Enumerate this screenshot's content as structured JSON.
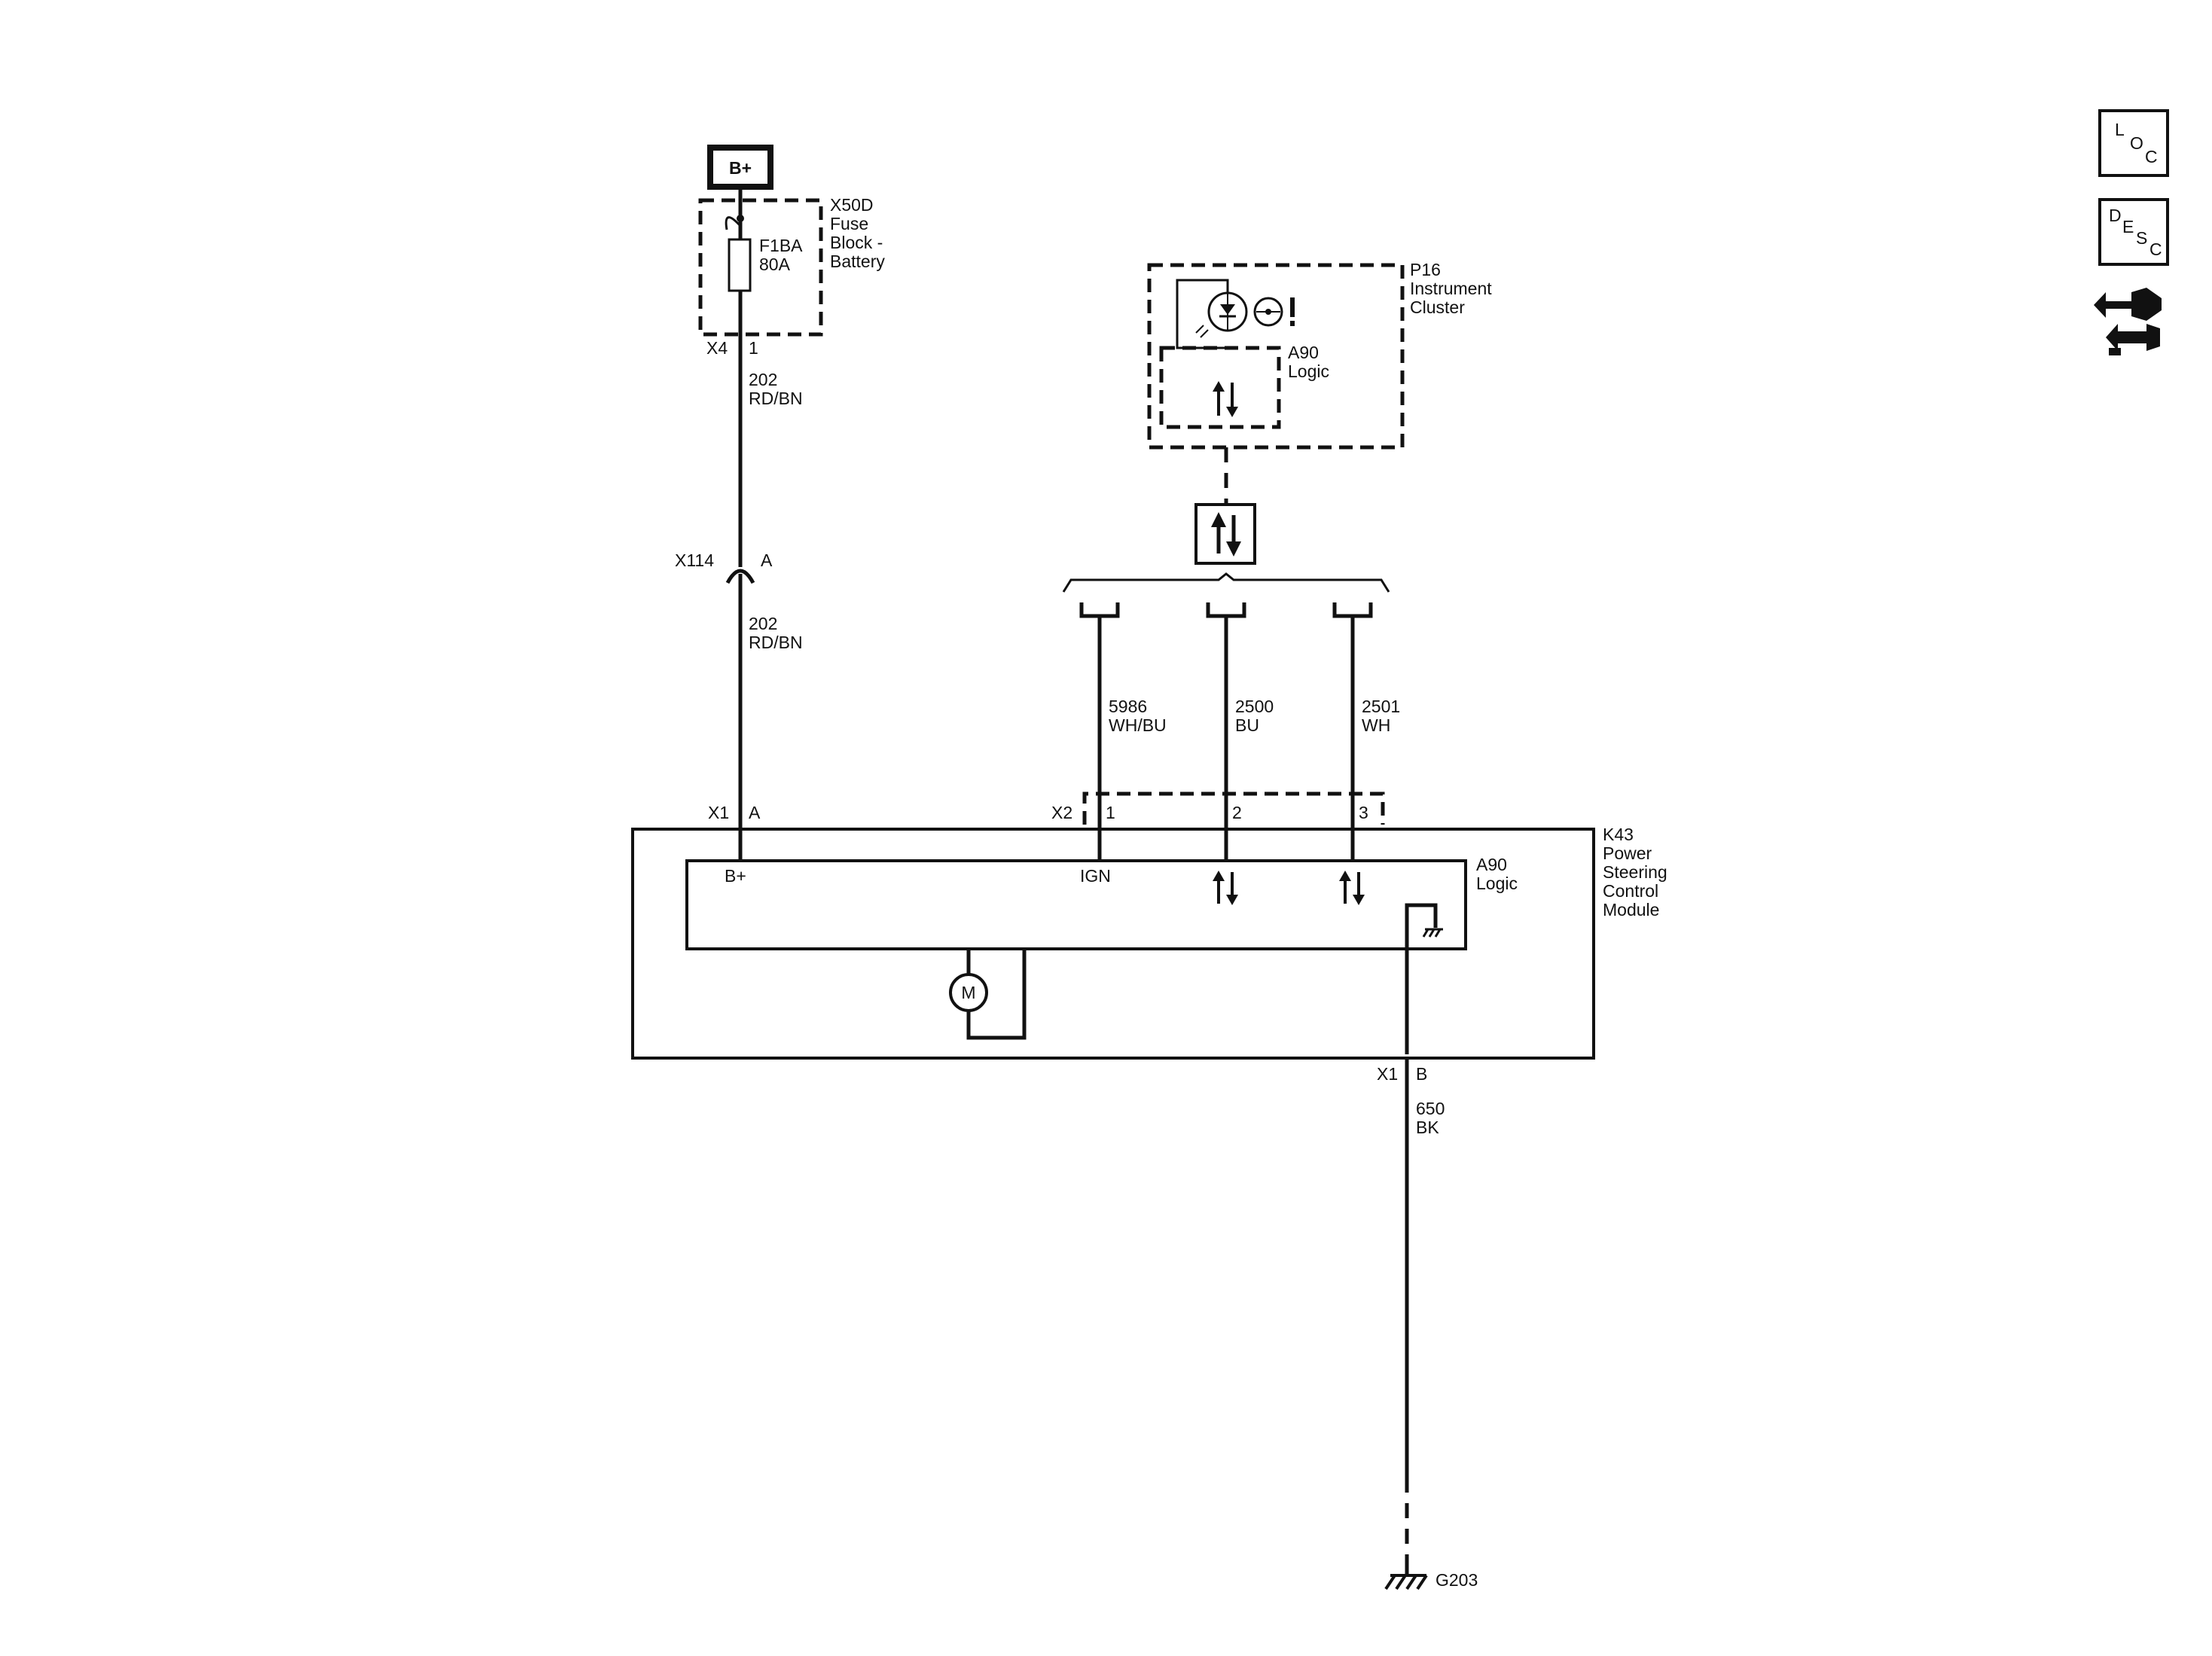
{
  "battery": {
    "label": "B+"
  },
  "fuse_block": {
    "id": "X50D",
    "line1": "Fuse",
    "line2": "Block -",
    "line3": "Battery",
    "fuse_name": "F1BA",
    "fuse_rating": "80A",
    "connector": "X4",
    "pin": "1"
  },
  "wire_202_upper": {
    "circuit": "202",
    "color": "RD/BN"
  },
  "inline_connector": {
    "id": "X114",
    "pin": "A"
  },
  "wire_202_lower": {
    "circuit": "202",
    "color": "RD/BN"
  },
  "instrument_cluster": {
    "id": "P16",
    "line1": "Instrument",
    "line2": "Cluster",
    "logic_id": "A90",
    "logic_label": "Logic"
  },
  "wires_data": [
    {
      "circuit": "5986",
      "color": "WH/BU"
    },
    {
      "circuit": "2500",
      "color": "BU"
    },
    {
      "circuit": "2501",
      "color": "WH"
    }
  ],
  "pscm": {
    "id": "K43",
    "line1": "Power",
    "line2": "Steering",
    "line3": "Control",
    "line4": "Module",
    "logic_id": "A90",
    "logic_label": "Logic",
    "x1_connector": "X1",
    "x1_pin_a": "A",
    "x2_connector": "X2",
    "x2_pin_1": "1",
    "x2_pin_2": "2",
    "x2_pin_3": "3",
    "b_plus_label": "B+",
    "ign_label": "IGN",
    "motor_label": "M",
    "x1b_connector": "X1",
    "x1b_pin": "B"
  },
  "ground_wire": {
    "circuit": "650",
    "color": "BK"
  },
  "ground": {
    "id": "G203"
  },
  "side_icons": {
    "loc": [
      "L",
      "O",
      "C"
    ],
    "desc": [
      "D",
      "E",
      "S",
      "C"
    ]
  }
}
